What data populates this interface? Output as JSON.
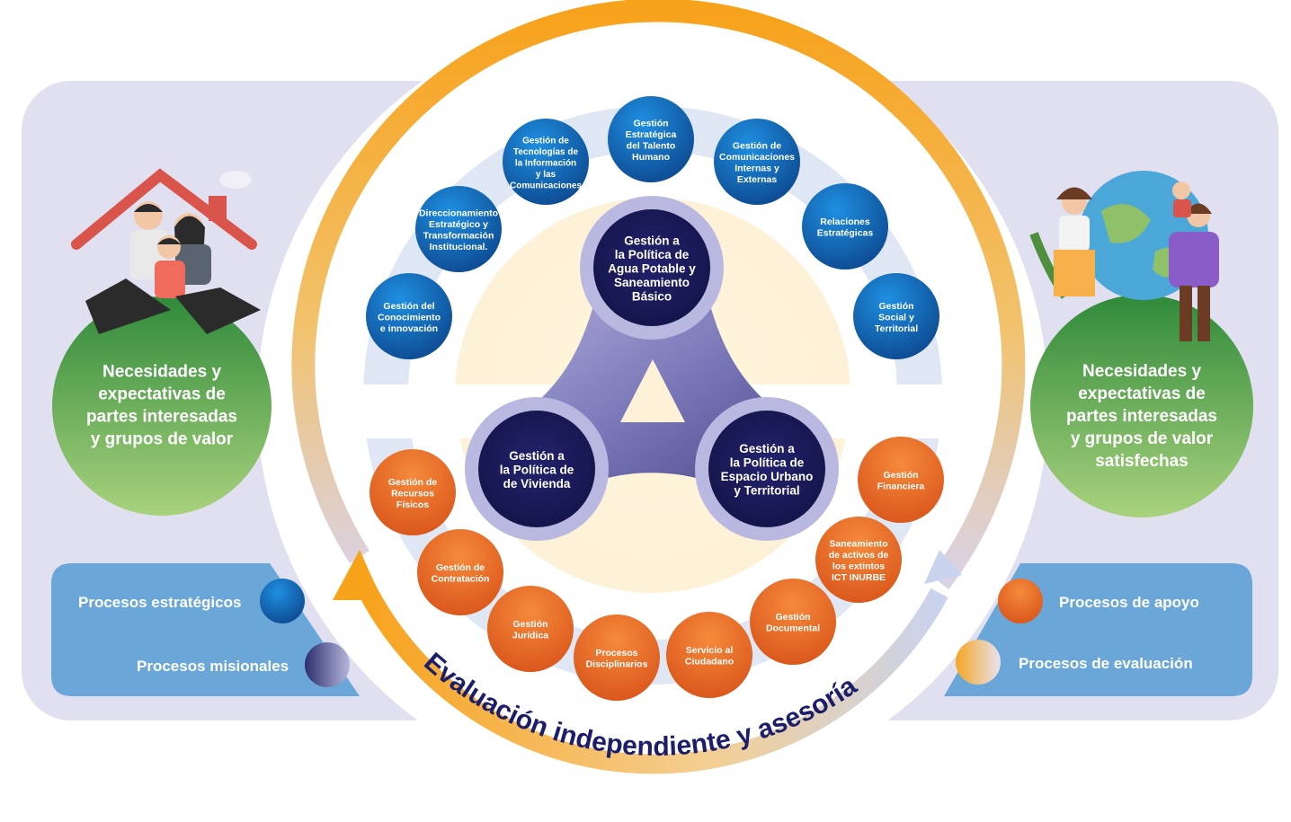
{
  "left_panel": {
    "needs_lines": [
      "Necesidades y",
      "expectativas de",
      "partes interesadas",
      "y grupos de valor"
    ],
    "family_illustration": "family-under-roof"
  },
  "right_panel": {
    "needs_lines": [
      "Necesidades y",
      "expectativas de",
      "partes interesadas",
      "y grupos de valor",
      "satisfechas"
    ],
    "planet_illustration": "people-caring-for-earth"
  },
  "legend": {
    "strategic": "Procesos estratégicos",
    "missional": "Procesos misionales",
    "support": "Procesos de apoyo",
    "evaluation": "Procesos de evaluación"
  },
  "colors": {
    "strategic": "#1565c0",
    "missional": "#2b2f6e",
    "support": "#e8632a",
    "evaluation": "#f5a623",
    "panel": "#e1e0f1",
    "legend_box": "#6aa6d8",
    "green": "#4f8f3c"
  },
  "core_processes": [
    {
      "id": "agua",
      "lines": [
        "Gestión a",
        "la Política de",
        "Agua Potable y",
        "Saneamiento",
        "Básico"
      ]
    },
    {
      "id": "vivienda",
      "lines": [
        "Gestión a",
        "la Política de",
        "de Vivienda"
      ]
    },
    {
      "id": "urbano",
      "lines": [
        "Gestión a",
        "la Política de",
        "Espacio Urbano",
        "y Territorial"
      ]
    }
  ],
  "strategic_processes": [
    {
      "lines": [
        "Gestión del",
        "Conocimiento",
        "e innovación"
      ]
    },
    {
      "lines": [
        "Direccionamiento",
        "Estratégico y",
        "Transformación",
        "Institucional."
      ]
    },
    {
      "lines": [
        "Gestión de",
        "Tecnologías de",
        "la Información",
        "y las",
        "Comunicaciones"
      ]
    },
    {
      "lines": [
        "Gestión",
        "Estratégica",
        "del Talento",
        "Humano"
      ]
    },
    {
      "lines": [
        "Gestión de",
        "Comunicaciones",
        "Internas y",
        "Externas"
      ]
    },
    {
      "lines": [
        "Relaciones",
        "Estratégicas"
      ]
    },
    {
      "lines": [
        "Gestión",
        "Social y",
        "Territorial"
      ]
    }
  ],
  "support_processes": [
    {
      "lines": [
        "Gestión de",
        "Recursos",
        "Físicos"
      ]
    },
    {
      "lines": [
        "Gestión de",
        "Contratación"
      ]
    },
    {
      "lines": [
        "Gestión",
        "Jurídica"
      ]
    },
    {
      "lines": [
        "Procesos",
        "Disciplinarios"
      ]
    },
    {
      "lines": [
        "Servicio al",
        "Ciudadano"
      ]
    },
    {
      "lines": [
        "Gestión",
        "Documental"
      ]
    },
    {
      "lines": [
        "Saneamiento",
        "de activos de",
        "los extintos",
        "ICT INURBE"
      ]
    },
    {
      "lines": [
        "Gestión",
        "Financiera"
      ]
    }
  ],
  "evaluation_arc_label": "Evaluación independiente y asesoría"
}
